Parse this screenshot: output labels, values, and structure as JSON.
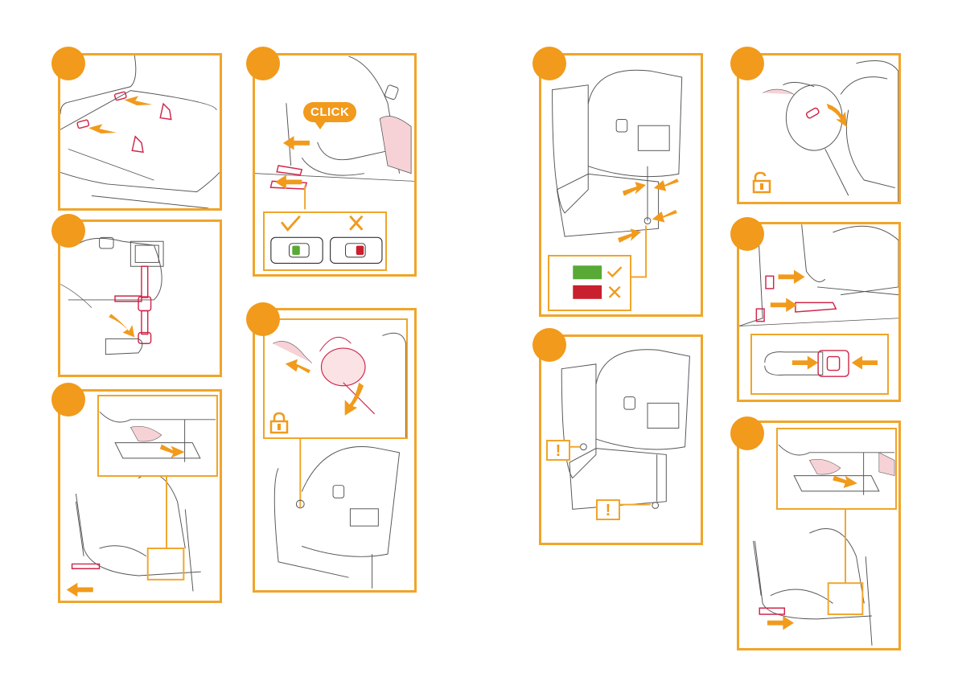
{
  "page": {
    "width": 1191,
    "height": 842,
    "accent_color": "#f19a1b",
    "border_color": "#f0a52a",
    "alert_color": "#d0264a",
    "ok_color": "#58a935",
    "bad_color": "#c8202e"
  },
  "left_spread": {
    "panels": [
      {
        "name": "seat-isofix-guides",
        "step": ""
      },
      {
        "name": "support-leg-extend",
        "step": ""
      },
      {
        "name": "release-isofix-arms",
        "step": ""
      },
      {
        "name": "isofix-click-connect",
        "step": "",
        "callout": "CLICK"
      },
      {
        "name": "rotate-to-lock",
        "step": "",
        "icon": "lock-closed-icon"
      }
    ]
  },
  "right_spread": {
    "panels": [
      {
        "name": "indicator-check",
        "step": "",
        "legend": [
          "green-ok",
          "red-not-ok"
        ]
      },
      {
        "name": "warning-check",
        "step": "",
        "warnings": [
          "!",
          "!"
        ]
      },
      {
        "name": "unlock-rotate",
        "step": "",
        "icon": "lock-open-icon"
      },
      {
        "name": "retract-isofix",
        "step": ""
      },
      {
        "name": "remove-seat",
        "step": ""
      }
    ]
  },
  "texts": {
    "click": "CLICK",
    "warn1": "!",
    "warn2": "!"
  }
}
